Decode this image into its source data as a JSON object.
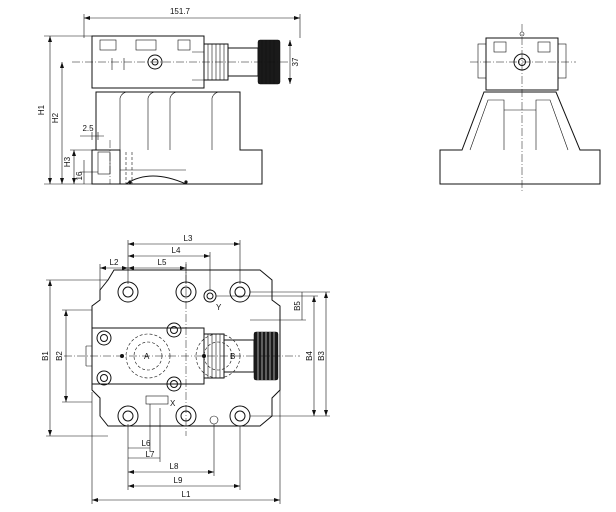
{
  "dimensions": {
    "overall_width": "151.7",
    "solenoid_height": "37",
    "H1": "H1",
    "H2": "H2",
    "H3": "H3",
    "offset_small": "2.5",
    "offset_16": "16",
    "L1": "L1",
    "L2": "L2",
    "L3": "L3",
    "L4": "L4",
    "L5": "L5",
    "L6": "L6",
    "L7": "L7",
    "L8": "L8",
    "L9": "L9",
    "B1": "B1",
    "B2": "B2",
    "B3": "B3",
    "B4": "B4",
    "B5": "B5"
  },
  "ports": {
    "A": "A",
    "B": "B",
    "X": "X",
    "Y": "Y"
  }
}
